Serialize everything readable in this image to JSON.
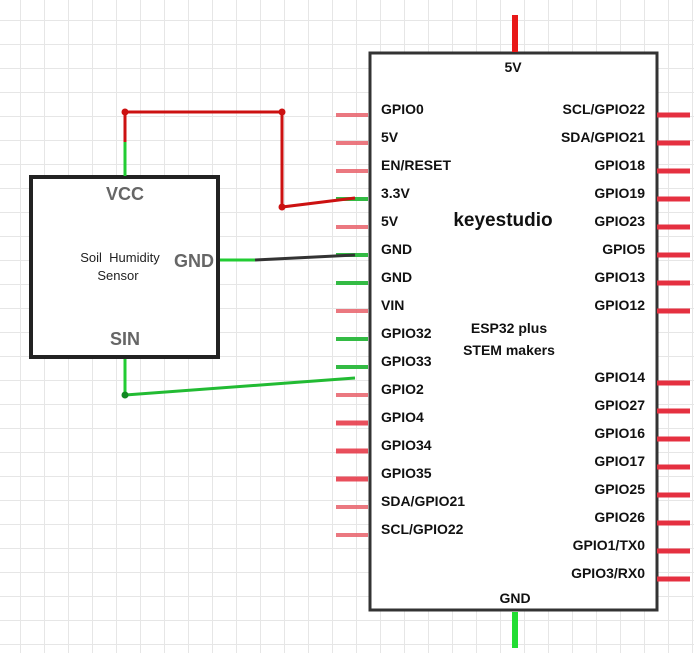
{
  "board": {
    "brand": "keyestudio",
    "model_line1": "ESP32 plus",
    "model_line2": "STEM makers",
    "top_pin": "5V",
    "bottom_pin": "GND",
    "left_pins": [
      "GPIO0",
      "5V",
      "EN/RESET",
      "3.3V",
      "5V",
      "GND",
      "GND",
      "VIN",
      "GPIO32",
      "GPIO33",
      "GPIO2",
      "GPIO4",
      "GPIO34",
      "GPIO35",
      "SDA/GPIO21",
      "SCL/GPIO22"
    ],
    "right_pins_top": [
      "SCL/GPIO22",
      "SDA/GPIO21",
      "GPIO18",
      "GPIO19",
      "GPIO23",
      "GPIO5",
      "GPIO13",
      "GPIO12"
    ],
    "right_pins_bottom": [
      "GPIO14",
      "GPIO27",
      "GPIO16",
      "GPIO17",
      "GPIO25",
      "GPIO26",
      "GPIO1/TX0",
      "GPIO3/RX0"
    ]
  },
  "sensor": {
    "name_line1": "Soil  Humidity",
    "name_line2": "Sensor",
    "pin_vcc": "VCC",
    "pin_gnd": "GND",
    "pin_sin": "SIN"
  },
  "colors": {
    "wire_power": "#cc1111",
    "wire_ground": "#333333",
    "wire_signal": "#22bb33",
    "pin_red": "#e84a55",
    "pin_green": "#33bb44",
    "outline": "#333333"
  }
}
